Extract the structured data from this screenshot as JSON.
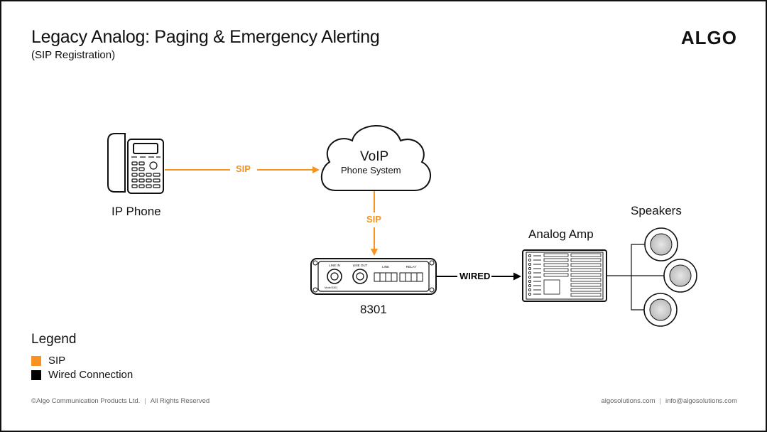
{
  "header": {
    "title": "Legacy Analog: Paging & Emergency Alerting",
    "subtitle": "(SIP Registration)",
    "logo": "ALGO"
  },
  "nodes": {
    "ip_phone": "IP Phone",
    "cloud_title": "VoIP",
    "cloud_subtitle": "Phone System",
    "device": "8301",
    "amp": "Analog Amp",
    "speakers": "Speakers"
  },
  "device_panel": {
    "line_in": "LINE IN",
    "line_out": "LINE OUT",
    "line": "LINE",
    "relay": "RELAY",
    "model": "Model 8301"
  },
  "connections": {
    "phone_to_cloud": "SIP",
    "cloud_to_device": "SIP",
    "device_to_amp": "WIRED"
  },
  "legend": {
    "title": "Legend",
    "items": [
      {
        "label": "SIP",
        "color": "#F7931E"
      },
      {
        "label": "Wired Connection",
        "color": "#000000"
      }
    ]
  },
  "footer": {
    "copyright": "©Algo Communication Products Ltd.",
    "rights": "All Rights Reserved",
    "website": "algosolutions.com",
    "email": "info@algosolutions.com"
  },
  "colors": {
    "sip": "#F7931E",
    "wired": "#000000"
  }
}
